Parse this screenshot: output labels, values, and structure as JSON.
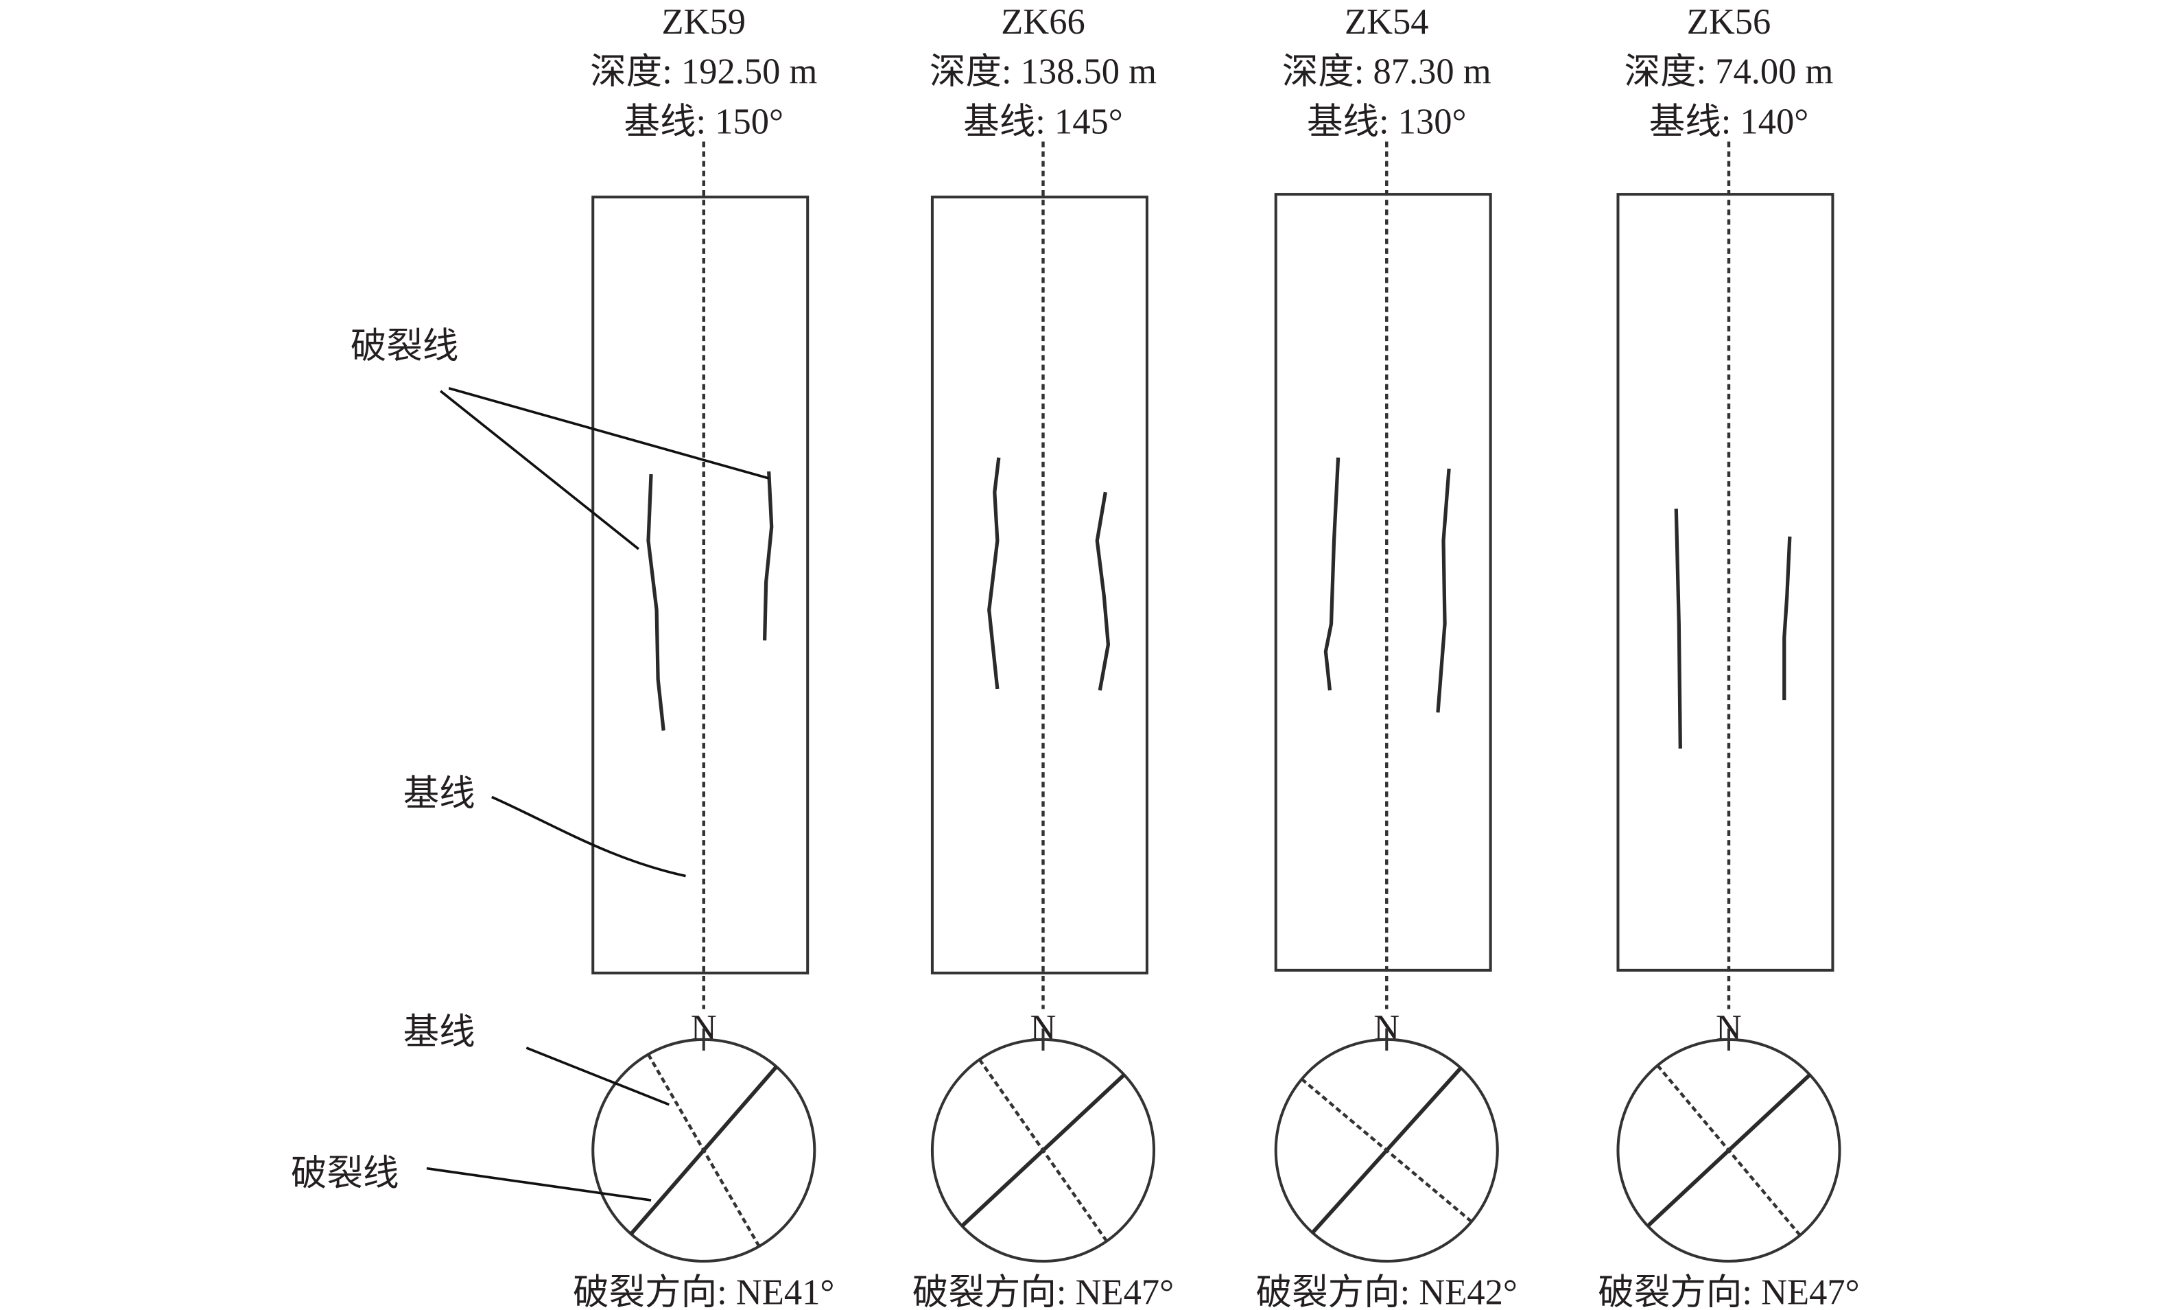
{
  "boreholes": [
    {
      "name": "ZK59",
      "depth": "深度: 192.50 m",
      "baseline": "基线: 150°",
      "baseline_deg": 150,
      "fracture": "破裂方向: NE41°",
      "fracture_deg": 41,
      "north": "N"
    },
    {
      "name": "ZK66",
      "depth": "深度: 138.50 m",
      "baseline": "基线: 145°",
      "baseline_deg": 145,
      "fracture": "破裂方向: NE47°",
      "fracture_deg": 47,
      "north": "N"
    },
    {
      "name": "ZK54",
      "depth": "深度: 87.30 m",
      "baseline": "基线: 130°",
      "baseline_deg": 130,
      "fracture": "破裂方向: NE42°",
      "fracture_deg": 42,
      "north": "N"
    },
    {
      "name": "ZK56",
      "depth": "深度: 74.00 m",
      "baseline": "基线: 140°",
      "baseline_deg": 140,
      "fracture": "破裂方向: NE47°",
      "fracture_deg": 47,
      "north": "N"
    }
  ],
  "annotations": {
    "crack_top": "破裂线",
    "baseline_top": "基线",
    "baseline_bottom": "基线",
    "crack_bottom": "破裂线"
  }
}
